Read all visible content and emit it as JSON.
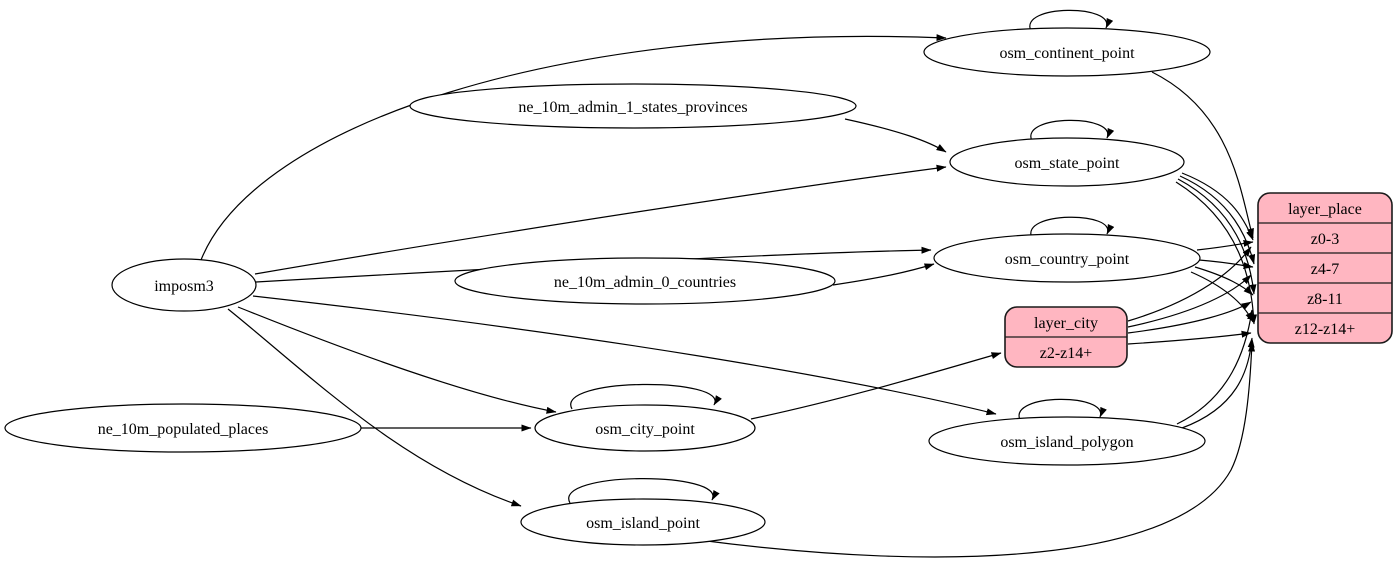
{
  "diagram": {
    "kind": "etl-graph",
    "colors": {
      "record_fill": "#ffb6c1",
      "node_fill": "#ffffff",
      "edge": "#000000"
    },
    "nodes": {
      "imposm3": {
        "label": "imposm3"
      },
      "ne_10m_admin_1_states_provinces": {
        "label": "ne_10m_admin_1_states_provinces"
      },
      "ne_10m_admin_0_countries": {
        "label": "ne_10m_admin_0_countries"
      },
      "ne_10m_populated_places": {
        "label": "ne_10m_populated_places"
      },
      "osm_continent_point": {
        "label": "osm_continent_point"
      },
      "osm_state_point": {
        "label": "osm_state_point"
      },
      "osm_country_point": {
        "label": "osm_country_point"
      },
      "osm_city_point": {
        "label": "osm_city_point"
      },
      "osm_island_polygon": {
        "label": "osm_island_polygon"
      },
      "osm_island_point": {
        "label": "osm_island_point"
      }
    },
    "records": {
      "layer_city": {
        "header": "layer_city",
        "rows": [
          "z2-z14+"
        ]
      },
      "layer_place": {
        "header": "layer_place",
        "rows": [
          "z0-3",
          "z4-7",
          "z8-11",
          "z12-z14+"
        ]
      }
    },
    "edges": [
      {
        "from": "imposm3",
        "to": "osm_continent_point"
      },
      {
        "from": "imposm3",
        "to": "osm_state_point"
      },
      {
        "from": "imposm3",
        "to": "osm_country_point"
      },
      {
        "from": "imposm3",
        "to": "osm_city_point"
      },
      {
        "from": "imposm3",
        "to": "osm_island_polygon"
      },
      {
        "from": "imposm3",
        "to": "osm_island_point"
      },
      {
        "from": "ne_10m_admin_1_states_provinces",
        "to": "osm_state_point"
      },
      {
        "from": "ne_10m_admin_0_countries",
        "to": "osm_country_point"
      },
      {
        "from": "ne_10m_populated_places",
        "to": "osm_city_point"
      },
      {
        "from": "osm_continent_point",
        "to": "osm_continent_point"
      },
      {
        "from": "osm_state_point",
        "to": "osm_state_point"
      },
      {
        "from": "osm_country_point",
        "to": "osm_country_point"
      },
      {
        "from": "osm_city_point",
        "to": "osm_city_point"
      },
      {
        "from": "osm_island_polygon",
        "to": "osm_island_polygon"
      },
      {
        "from": "osm_island_point",
        "to": "osm_island_point"
      },
      {
        "from": "osm_city_point",
        "to": "layer_city",
        "to_port": "z2-z14+"
      },
      {
        "from": "osm_continent_point",
        "to": "layer_place",
        "to_port": "z0-3"
      },
      {
        "from": "osm_state_point",
        "to": "layer_place",
        "to_port": "z0-3"
      },
      {
        "from": "osm_state_point",
        "to": "layer_place",
        "to_port": "z4-7"
      },
      {
        "from": "osm_state_point",
        "to": "layer_place",
        "to_port": "z8-11"
      },
      {
        "from": "osm_state_point",
        "to": "layer_place",
        "to_port": "z12-z14+"
      },
      {
        "from": "osm_country_point",
        "to": "layer_place",
        "to_port": "z0-3"
      },
      {
        "from": "osm_country_point",
        "to": "layer_place",
        "to_port": "z4-7"
      },
      {
        "from": "osm_country_point",
        "to": "layer_place",
        "to_port": "z8-11"
      },
      {
        "from": "osm_country_point",
        "to": "layer_place",
        "to_port": "z12-z14+"
      },
      {
        "from": "layer_city",
        "to": "layer_place",
        "to_port": "z0-3"
      },
      {
        "from": "layer_city",
        "to": "layer_place",
        "to_port": "z4-7"
      },
      {
        "from": "layer_city",
        "to": "layer_place",
        "to_port": "z8-11"
      },
      {
        "from": "layer_city",
        "to": "layer_place",
        "to_port": "z12-z14+"
      },
      {
        "from": "osm_island_polygon",
        "to": "layer_place",
        "to_port": "z8-11"
      },
      {
        "from": "osm_island_polygon",
        "to": "layer_place",
        "to_port": "z12-z14+"
      },
      {
        "from": "osm_island_point",
        "to": "layer_place",
        "to_port": "z12-z14+"
      }
    ]
  }
}
